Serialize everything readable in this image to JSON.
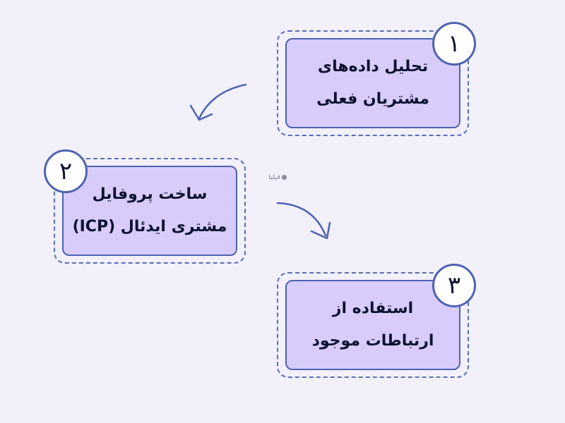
{
  "steps": [
    {
      "number": "۱",
      "line1": "تحلیل داده‌های",
      "line2": "مشتریان فعلی"
    },
    {
      "number": "۲",
      "line1": "ساخت پروفایل",
      "line2": "مشتری ایدئال (ICP)"
    },
    {
      "number": "۳",
      "line1": "استفاده از",
      "line2": "ارتباطات موجود"
    }
  ],
  "watermark": "فیلیا",
  "colors": {
    "background": "#f2f0fb",
    "box_fill": "#d8ccfb",
    "border": "#4e63b0",
    "text": "#0d1230"
  }
}
